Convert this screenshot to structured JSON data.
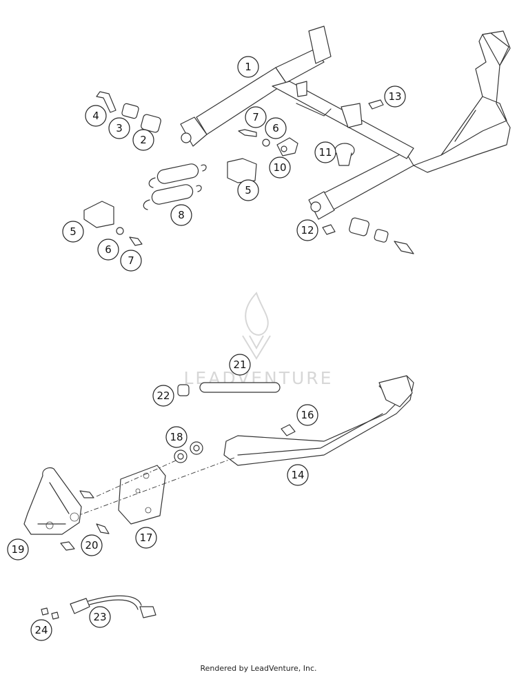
{
  "callouts": [
    {
      "label": "1"
    },
    {
      "label": "2"
    },
    {
      "label": "3"
    },
    {
      "label": "4"
    },
    {
      "label": "5"
    },
    {
      "label": "5"
    },
    {
      "label": "6"
    },
    {
      "label": "6"
    },
    {
      "label": "7"
    },
    {
      "label": "7"
    },
    {
      "label": "8"
    },
    {
      "label": "10"
    },
    {
      "label": "11"
    },
    {
      "label": "12"
    },
    {
      "label": "13"
    },
    {
      "label": "14"
    },
    {
      "label": "16"
    },
    {
      "label": "17"
    },
    {
      "label": "18"
    },
    {
      "label": "19"
    },
    {
      "label": "20"
    },
    {
      "label": "21"
    },
    {
      "label": "22"
    },
    {
      "label": "23"
    },
    {
      "label": "24"
    }
  ],
  "watermark": {
    "text": "LEADVENTURE"
  },
  "footer": {
    "text": "Rendered by LeadVenture, Inc."
  }
}
